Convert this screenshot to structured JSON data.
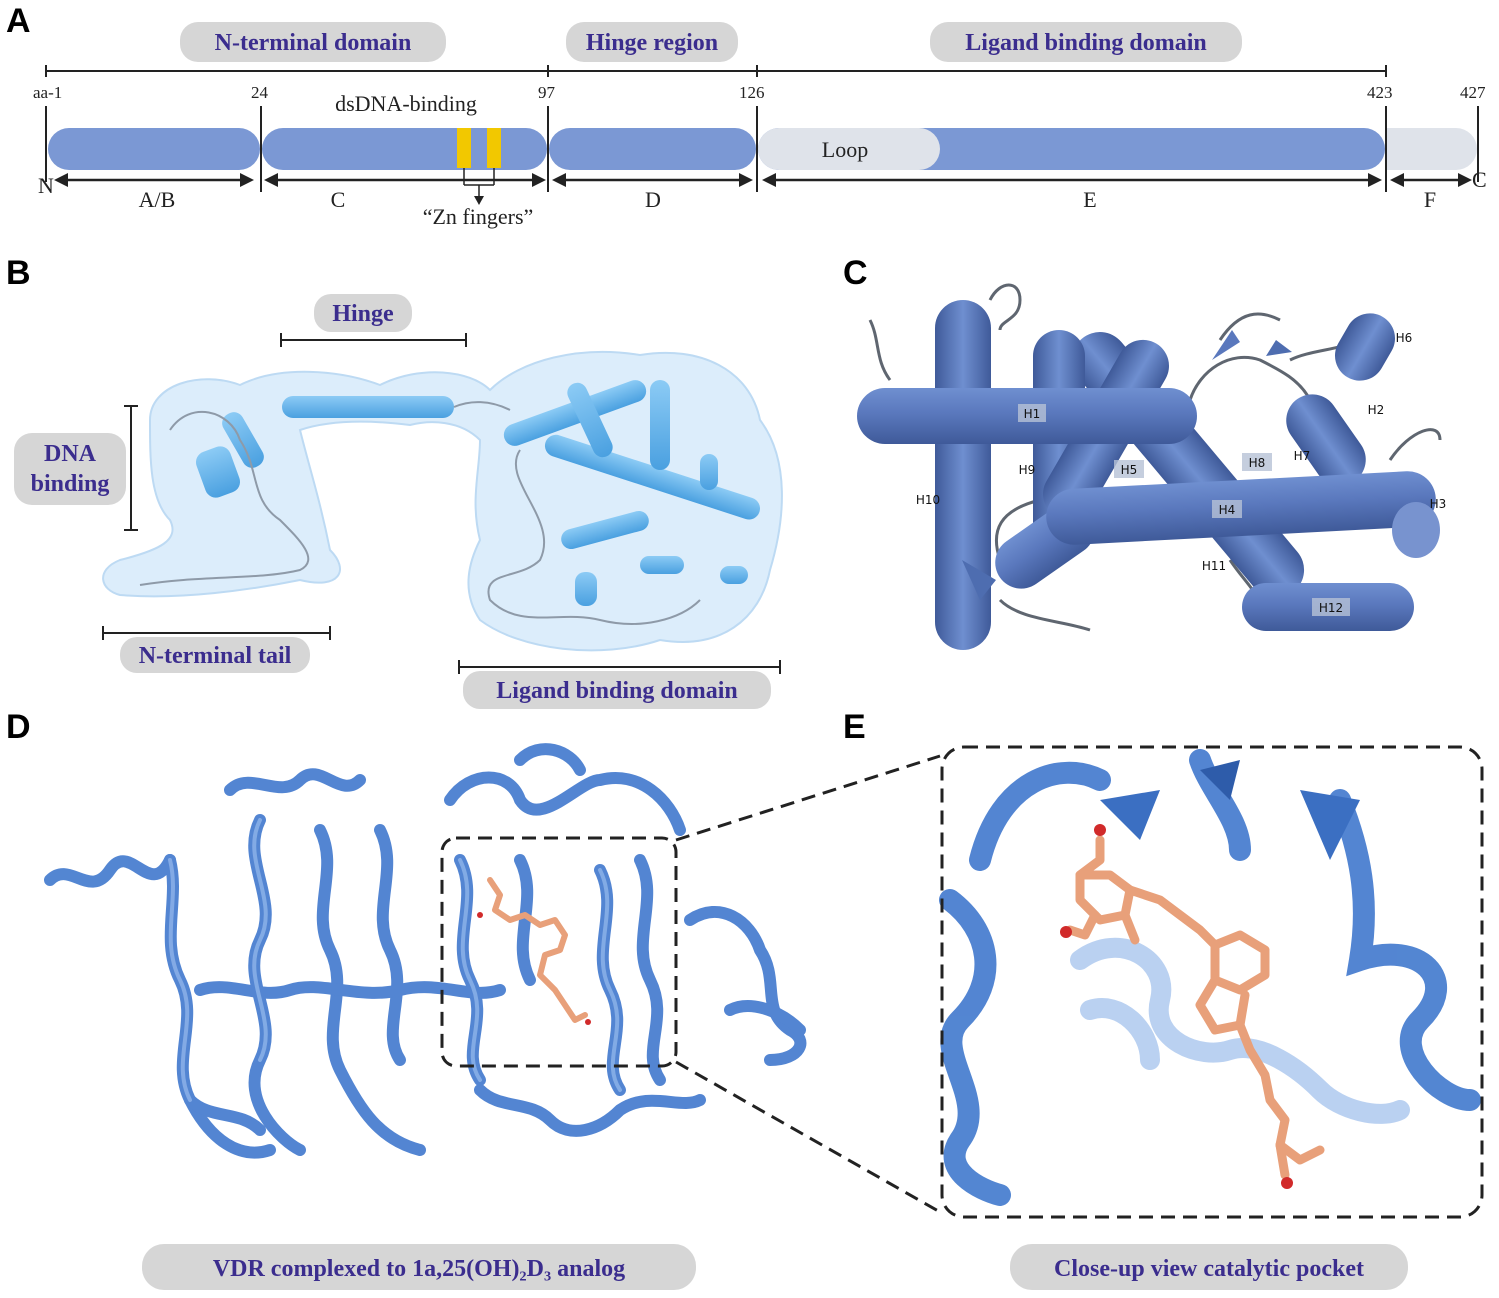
{
  "panels": {
    "a": "A",
    "b": "B",
    "c": "C",
    "d": "D",
    "e": "E"
  },
  "domains": {
    "n_terminal": "N-terminal domain",
    "hinge_region": "Hinge region",
    "ligand_binding": "Ligand binding domain"
  },
  "positions": {
    "p1": "aa-1",
    "p24": "24",
    "p97": "97",
    "p126": "126",
    "p423": "423",
    "p427": "427"
  },
  "regions": {
    "ab": "A/B",
    "c": "C",
    "d": "D",
    "e": "E",
    "f": "F"
  },
  "termini": {
    "n": "N",
    "c": "C"
  },
  "annotations": {
    "dsdna": "dsDNA-binding",
    "zn": "“Zn fingers”",
    "loop": "Loop"
  },
  "panel_b": {
    "hinge": "Hinge",
    "dna_binding_1": "DNA",
    "dna_binding_2": "binding",
    "n_terminal_tail": "N-terminal tail",
    "ligand_binding_domain": "Ligand binding domain"
  },
  "panel_c": {
    "helices": [
      "H1",
      "H2",
      "H3",
      "H4",
      "H5",
      "H6",
      "H7",
      "H8",
      "H9",
      "H10",
      "H11",
      "H12"
    ]
  },
  "captions": {
    "d": "VDR complexed to 1a,25(OH)₂D₃ analog",
    "e": "Close-up view catalytic pocket"
  },
  "colors": {
    "bar": "#7b98d4",
    "zn": "#f2c800",
    "loop": "#dfe3ea",
    "pill": "#d6d6d6",
    "pill_text": "#3b2d8e",
    "protein": "#4a7fd0",
    "ligand": "#e8a07a"
  }
}
